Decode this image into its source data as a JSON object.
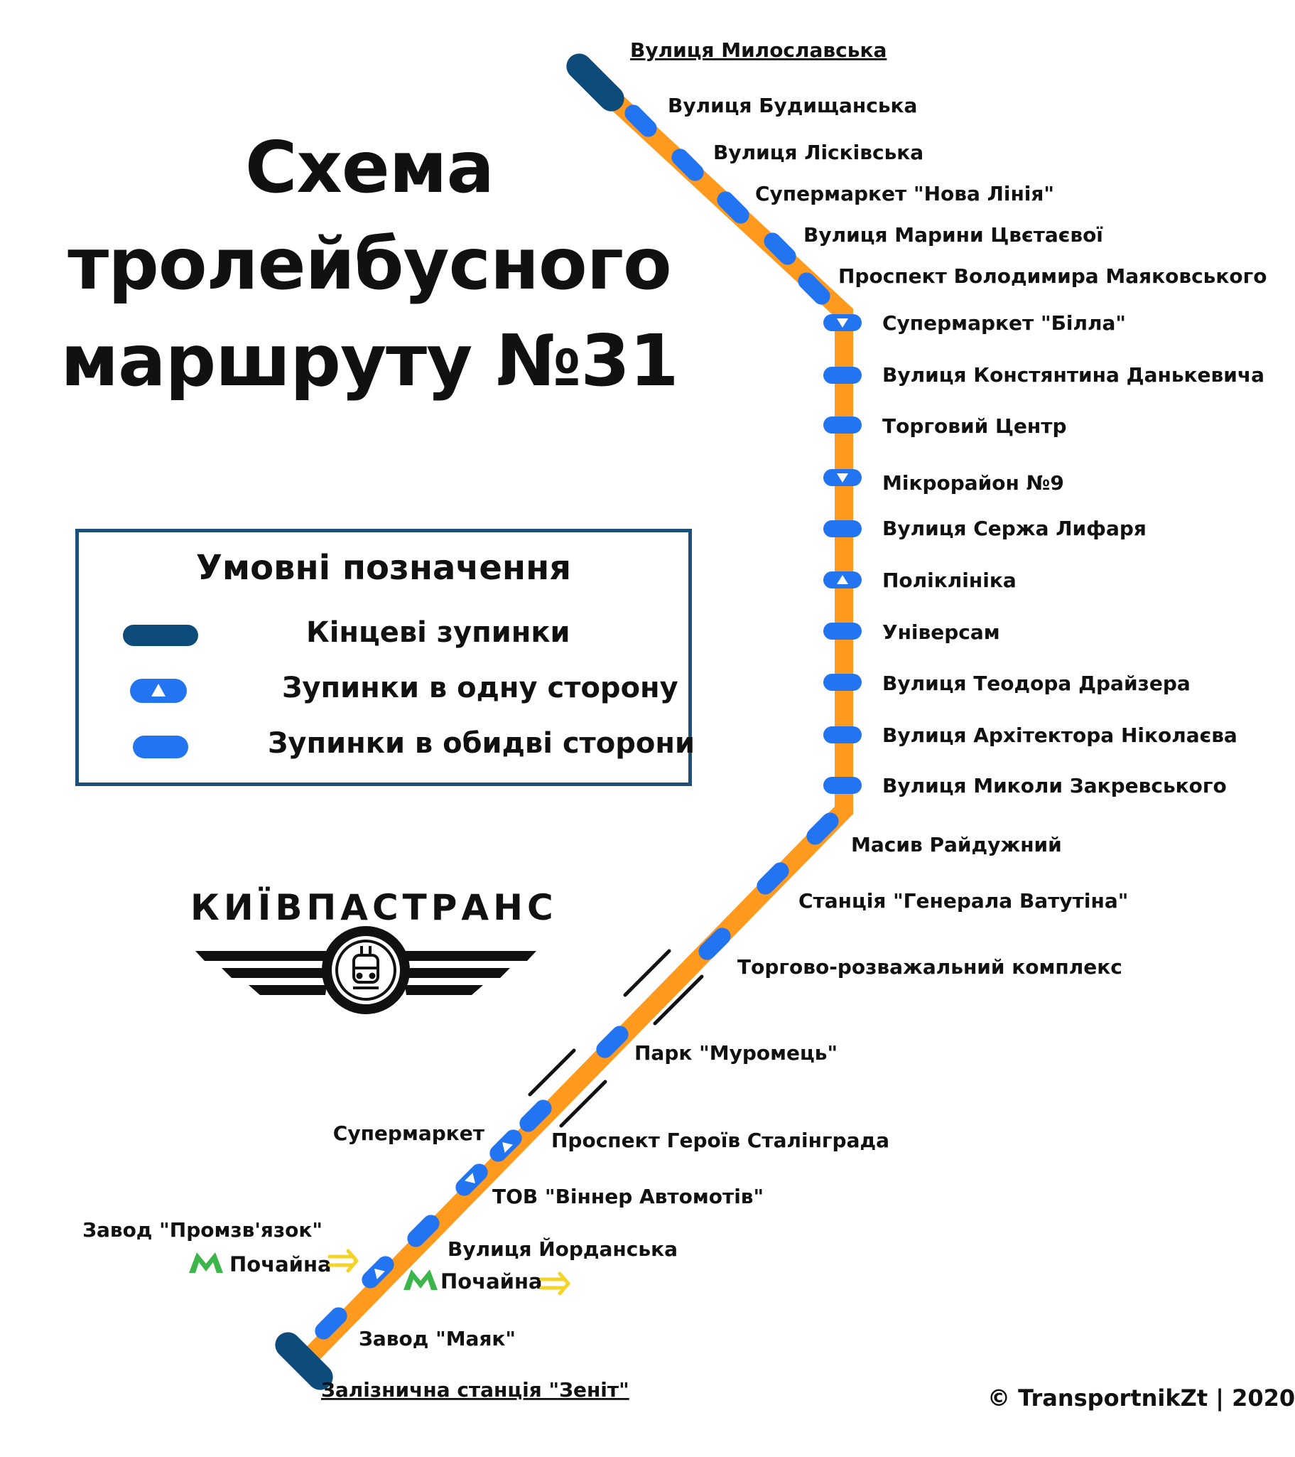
{
  "title": {
    "lines": [
      "Схема",
      "тролейбусного",
      "маршруту №31"
    ]
  },
  "legend": {
    "title": "Умовні позначення",
    "items": [
      {
        "label": "Кінцеві зупинки",
        "symbol": "terminal-stop"
      },
      {
        "label": "Зупинки в одну сторону",
        "symbol": "one-way-stop"
      },
      {
        "label": "Зупинки в обидві сторони",
        "symbol": "two-way-stop"
      }
    ]
  },
  "route": {
    "number": "31",
    "line_color": "#ff9a1f",
    "stop_color": "#2274f0",
    "terminal_color": "#0d4b7a",
    "metro_color": "#3cb54a",
    "transfer_color": "#f5d327",
    "stops": [
      {
        "name": "Вулиця Милославська",
        "type": "terminal"
      },
      {
        "name": "Вулиця Будищанська",
        "type": "both"
      },
      {
        "name": "Вулиця Лісківська",
        "type": "both"
      },
      {
        "name": "Супермаркет \"Нова Лінія\"",
        "type": "both"
      },
      {
        "name": "Вулиця Марини Цвєтаєвої",
        "type": "both"
      },
      {
        "name": "Проспект Володимира Маяковського",
        "type": "both"
      },
      {
        "name": "Супермаркет \"Білла\"",
        "type": "one-way-down"
      },
      {
        "name": "Вулиця Констянтина Данькевича",
        "type": "both"
      },
      {
        "name": "Торговий Центр",
        "type": "both"
      },
      {
        "name": "Мікрорайон №9",
        "type": "one-way-down"
      },
      {
        "name": "Вулиця Сержа Лифаря",
        "type": "both"
      },
      {
        "name": "Поліклініка",
        "type": "one-way-up"
      },
      {
        "name": "Універсам",
        "type": "both"
      },
      {
        "name": "Вулиця Теодора Драйзера",
        "type": "both"
      },
      {
        "name": "Вулиця Архітектора Ніколаєва",
        "type": "both"
      },
      {
        "name": "Вулиця Миколи Закревського",
        "type": "both"
      },
      {
        "name": "Масив Райдужний",
        "type": "both"
      },
      {
        "name": "Станція \"Генерала Ватутіна\"",
        "type": "both"
      },
      {
        "name": "Торгово-розважальний комплекс",
        "type": "both"
      },
      {
        "name": "Парк \"Муромець\"",
        "type": "both"
      },
      {
        "name": "Проспект Героїв Сталінграда",
        "type": "both"
      },
      {
        "name": "Супермаркет",
        "type": "one-way-up"
      },
      {
        "name": "ТОВ \"Віннер Автомотів\"",
        "type": "one-way-down"
      },
      {
        "name": "Вулиця Йорданська",
        "type": "both"
      },
      {
        "name": "Завод \"Промзв'язок\"",
        "type": "one-way-up"
      },
      {
        "name": "Завод \"Маяк\"",
        "type": "both"
      },
      {
        "name": "Залізнична станція \"Зеніт\"",
        "type": "terminal"
      }
    ],
    "metro_transfers": [
      {
        "name": "Почайна",
        "icon": "metro-m-icon"
      },
      {
        "name": "Почайна",
        "icon": "metro-m-icon"
      }
    ]
  },
  "operator": {
    "name": "КИЇВПАСТРАНС",
    "icon": "trolleybus-emblem-icon"
  },
  "copyright": "© TransportnikZt | 2020"
}
